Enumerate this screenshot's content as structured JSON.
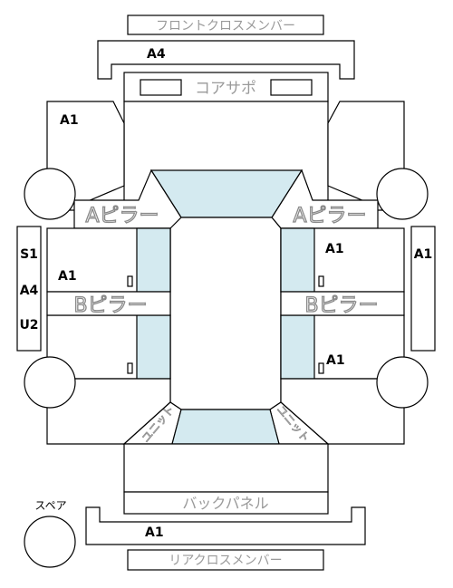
{
  "labels": {
    "front_cross_member": "フロントクロスメンバー",
    "core_support": "コアサポ",
    "a_pillar": "Aピラー",
    "b_pillar": "Bピラー",
    "back_panel": "バックパネル",
    "rear_cross_member": "リアクロスメンバー",
    "spare": "スペア",
    "unit": "ユニット"
  },
  "codes": {
    "front_cross_member": "A4",
    "front_left_fender": "A1",
    "left_door_front": "A1",
    "left_sill": [
      "S1",
      "A4",
      "U2"
    ],
    "right_sill": "A1",
    "right_door_front": "A1",
    "right_door_rear": "A1",
    "rear_cross_member": "A1"
  },
  "colors": {
    "glass": "#d4eaf0",
    "outline": "#000000",
    "label_grey": "#9a9a9a"
  }
}
